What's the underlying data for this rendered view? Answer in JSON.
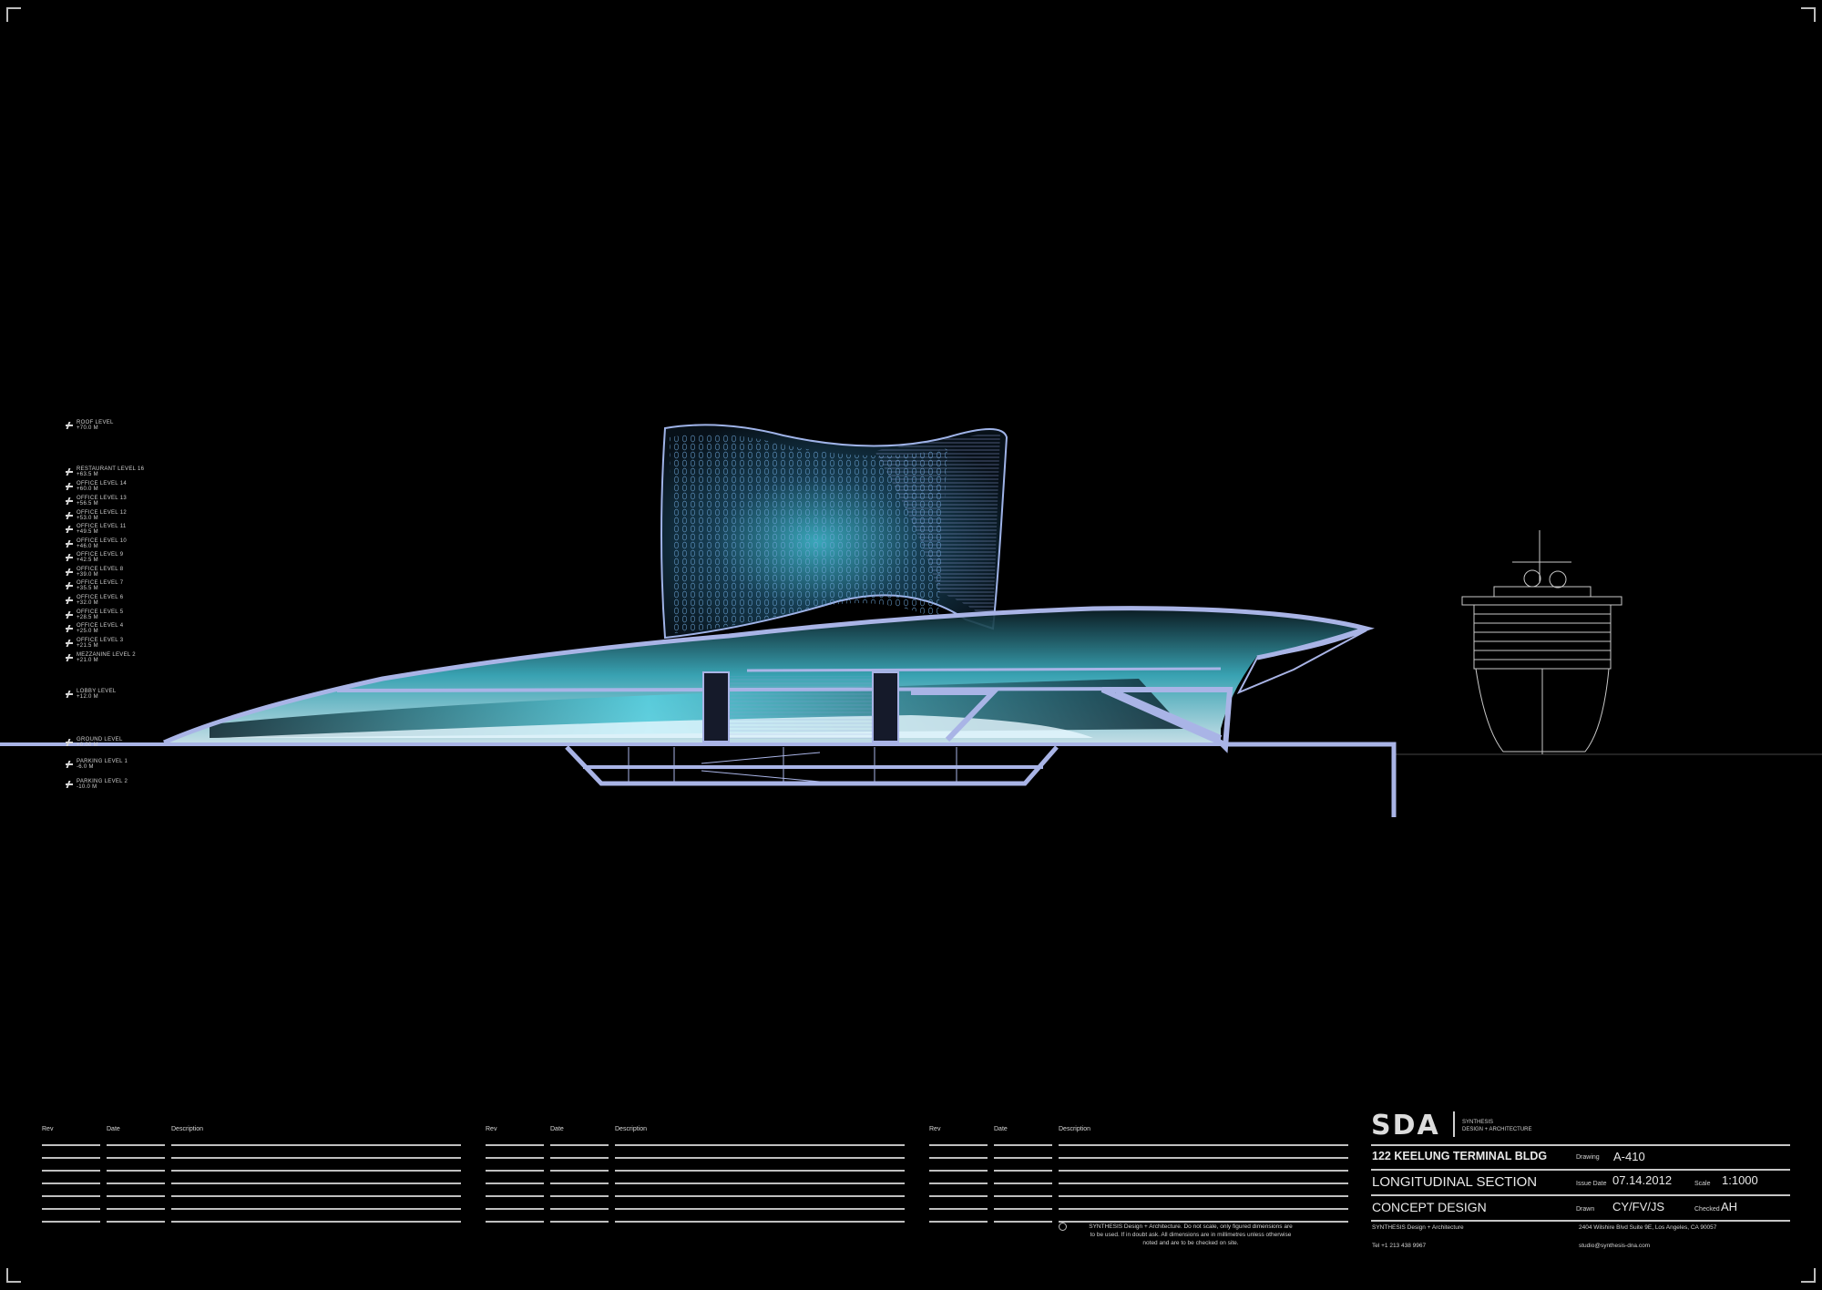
{
  "sheet": {
    "background": "#000000",
    "accent_structure": "#a9b4e6",
    "accent_glow": "#5fd6e6"
  },
  "drawing": {
    "type": "longitudinal-section",
    "elements": [
      "terminal-building-section",
      "perforated-roof-canopy",
      "underground-parking-levels",
      "pier",
      "cruise-ship-elevation",
      "ground-line"
    ]
  },
  "level_markers": [
    {
      "name": "ROOF LEVEL",
      "value": "+70.0 M"
    },
    {
      "name": "RESTAURANT LEVEL 16",
      "value": "+63.5 M"
    },
    {
      "name": "OFFICE LEVEL 14",
      "value": "+60.0 M"
    },
    {
      "name": "OFFICE LEVEL 13",
      "value": "+56.5 M"
    },
    {
      "name": "OFFICE LEVEL 12",
      "value": "+53.0 M"
    },
    {
      "name": "OFFICE LEVEL 11",
      "value": "+49.5 M"
    },
    {
      "name": "OFFICE LEVEL 10",
      "value": "+46.0 M"
    },
    {
      "name": "OFFICE LEVEL 9",
      "value": "+42.5 M"
    },
    {
      "name": "OFFICE LEVEL 8",
      "value": "+39.0 M"
    },
    {
      "name": "OFFICE LEVEL 7",
      "value": "+35.5 M"
    },
    {
      "name": "OFFICE LEVEL 6",
      "value": "+32.0 M"
    },
    {
      "name": "OFFICE LEVEL 5",
      "value": "+28.5 M"
    },
    {
      "name": "OFFICE LEVEL 4",
      "value": "+25.0 M"
    },
    {
      "name": "OFFICE LEVEL 3",
      "value": "+21.5 M"
    },
    {
      "name": "MEZZANINE LEVEL 2",
      "value": "+21.0 M"
    },
    {
      "name": "LOBBY LEVEL",
      "value": "+12.0 M"
    },
    {
      "name": "GROUND LEVEL",
      "value": "+0.00 M"
    },
    {
      "name": "PARKING LEVEL 1",
      "value": "-6.0 M"
    },
    {
      "name": "PARKING LEVEL 2",
      "value": "-10.0 M"
    }
  ],
  "revision_tables": [
    {
      "headers": {
        "rev": "Rev",
        "date": "Date",
        "description": "Description"
      },
      "rows": 7
    },
    {
      "headers": {
        "rev": "Rev",
        "date": "Date",
        "description": "Description"
      },
      "rows": 7
    },
    {
      "headers": {
        "rev": "Rev",
        "date": "Date",
        "description": "Description"
      },
      "rows": 7
    }
  ],
  "disclaimer": {
    "line1": "SYNTHESIS Design + Architecture. Do not scale, only figured dimensions are",
    "line2": "to be used. If in doubt ask. All dimensions are in millimetres unless otherwise",
    "line3": "noted and are to be checked on site."
  },
  "title_block": {
    "logo": "SDA",
    "logo_sub1": "SYNTHESIS",
    "logo_sub2": "DESIGN + ARCHITECTURE",
    "project": "122 KEELUNG TERMINAL BLDG",
    "drawing_label": "Drawing",
    "drawing_no": "A-410",
    "sheet_title": "LONGITUDINAL SECTION",
    "issue_date_label": "Issue Date",
    "issue_date": "07.14.2012",
    "scale_label": "Scale",
    "scale": "1:1000",
    "phase": "CONCEPT DESIGN",
    "drawn_label": "Drawn",
    "drawn": "CY/FV/JS",
    "checked_label": "Checked",
    "checked": "AH",
    "firm": "SYNTHESIS Design + Architecture",
    "address": "2404 Wilshire Blvd Suite 9E, Los Angeles, CA 90057",
    "tel": "Tel +1 213 438 9967",
    "email": "studio@synthesis-dna.com"
  }
}
